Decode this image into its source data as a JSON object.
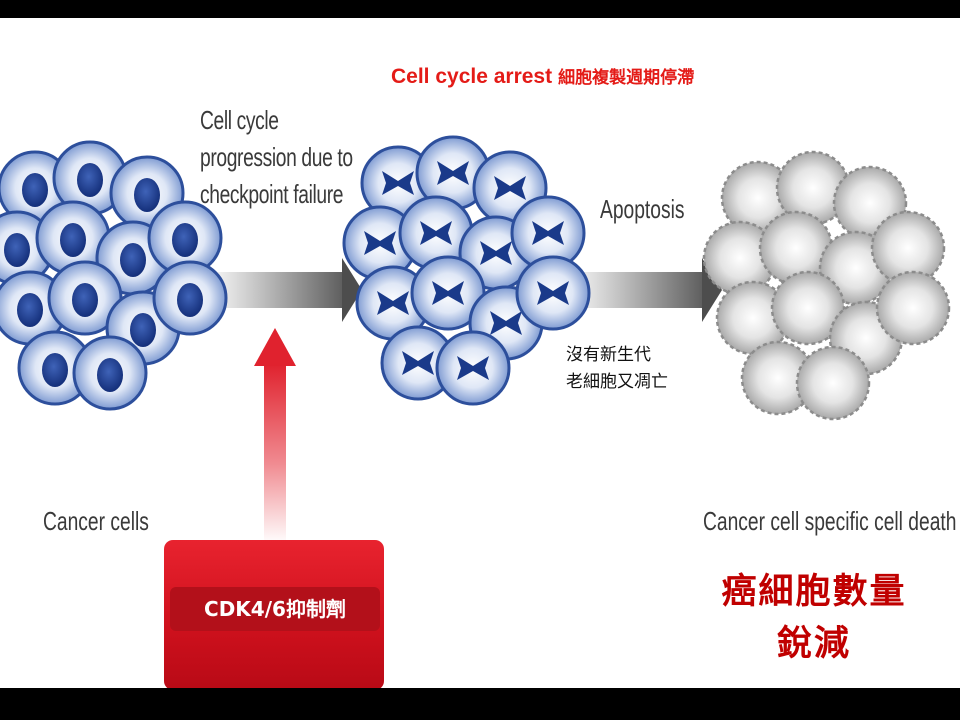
{
  "labels": {
    "progression_line1": "Cell cycle",
    "progression_line2": "progression due to",
    "progression_line3": "checkpoint failure",
    "arrest_en": "Cell cycle arrest",
    "arrest_zh": "細胞複製週期停滯",
    "apoptosis": "Apoptosis",
    "no_new_line1": "沒有新生代",
    "no_new_line2": "老細胞又凋亡",
    "cancer_cells": "Cancer cells",
    "specific_death": "Cancer cell specific cell death",
    "decrease_line1": "癌細胞數量",
    "decrease_line2": "銳減",
    "drug": "CDK4/6抑制劑"
  },
  "colors": {
    "title_red": "#e41b17",
    "result_red": "#c00000",
    "drug_red": "#d0111d",
    "cell_blue": "#2d4f9c",
    "nucleus_blue": "#1a3a8a",
    "dead_cell_gray": "#9a9a9a"
  },
  "icons": [
    "arrow-right-icon",
    "arrow-up-icon",
    "cancer-cell-cluster-icon",
    "arrested-cell-cluster-icon",
    "dead-cell-cluster-icon"
  ]
}
